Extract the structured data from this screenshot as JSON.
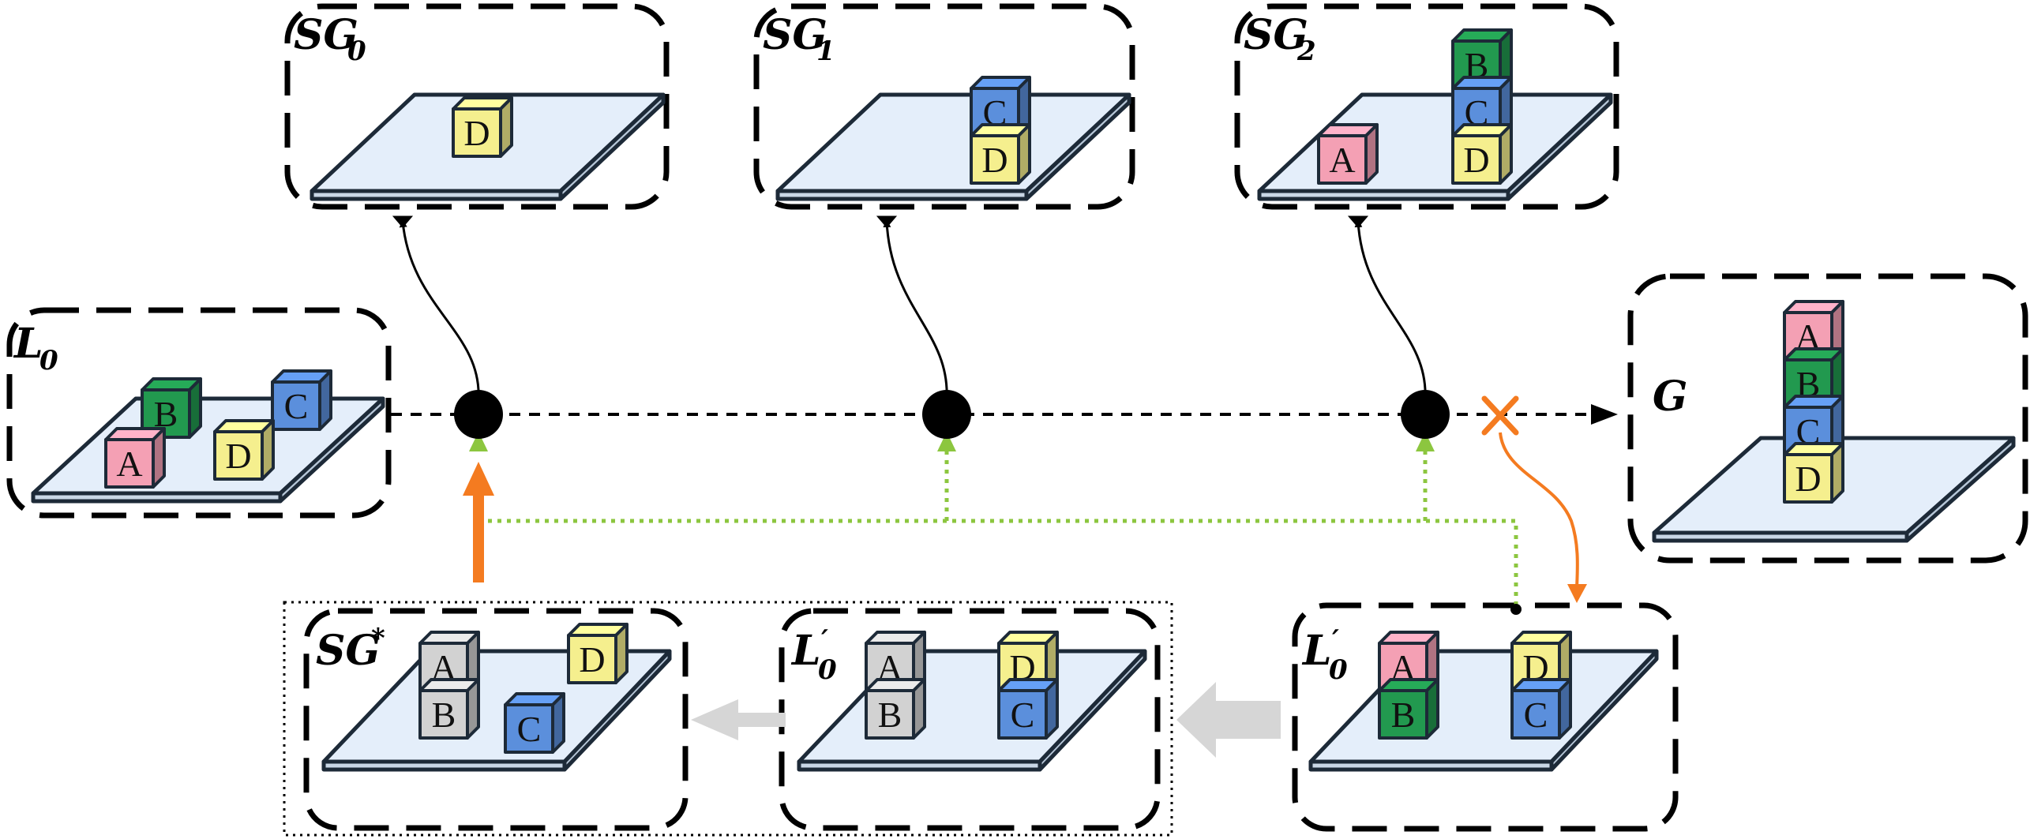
{
  "colors": {
    "pink": "#f4a0b4",
    "green": "#22994f",
    "blue": "#5b8fdc",
    "yellow": "#f5ef8e",
    "gray": "#d2d2d2",
    "plane": "#e4eefa",
    "orange": "#f47b20",
    "lightgreen": "#8cc63f",
    "lightgray": "#d6d6d6"
  },
  "panels": {
    "sg0": {
      "title": "SG",
      "sub": "0",
      "sup": ""
    },
    "sg1": {
      "title": "SG",
      "sub": "1",
      "sup": ""
    },
    "sg2": {
      "title": "SG",
      "sub": "2",
      "sup": ""
    },
    "l0": {
      "title": "L",
      "sub": "0",
      "sup": ""
    },
    "goal": {
      "title": "G",
      "sub": "",
      "sup": ""
    },
    "sgstar": {
      "title": "SG",
      "sub": "",
      "sup": "*"
    },
    "l0prime_mid": {
      "title": "L",
      "sub": "0",
      "sup": "′"
    },
    "l0prime_right": {
      "title": "L",
      "sub": "0",
      "sup": "′"
    }
  },
  "blocks": {
    "sg0": [
      "D"
    ],
    "sg1": [
      "C",
      "D"
    ],
    "sg2": [
      "A",
      "B",
      "C",
      "D"
    ],
    "l0": [
      "B",
      "C",
      "A",
      "D"
    ],
    "goal": [
      "A",
      "B",
      "C",
      "D"
    ],
    "sgstar": [
      "A",
      "B",
      "D",
      "C"
    ],
    "l0prime_mid": [
      "A",
      "B",
      "D",
      "C"
    ],
    "l0prime_right": [
      "A",
      "B",
      "D",
      "C"
    ]
  }
}
